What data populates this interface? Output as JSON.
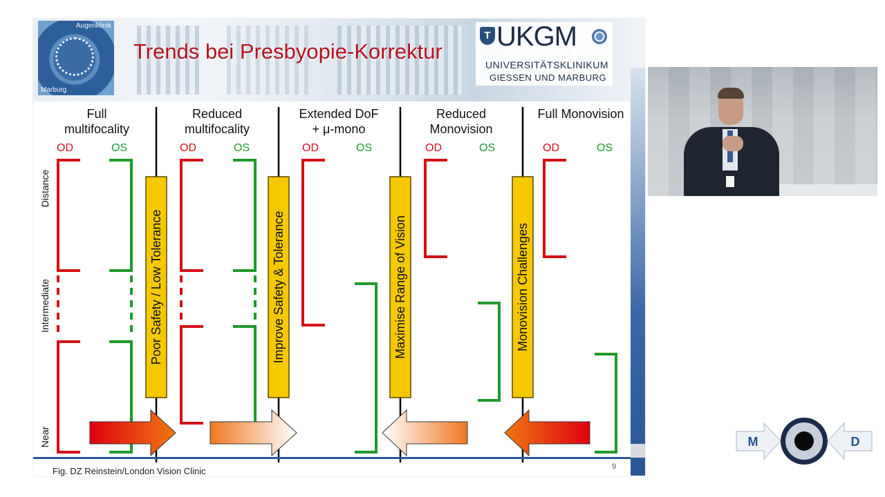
{
  "slide": {
    "title": "Trends bei Presbyopie-Korrektur",
    "logo_left_top": "Augenklinik",
    "logo_left_bottom": "Marburg",
    "logo_right_mark": "T",
    "logo_right_name": "UKGM",
    "logo_right_sub1": "UNIVERSITÄTSKLINIKUM",
    "logo_right_sub2": "GIESSEN UND MARBURG",
    "footer": "Fig. DZ Reinstein/London Vision Clinic",
    "page_number": "9"
  },
  "columns": [
    {
      "line1": "Full",
      "line2": "multifocality"
    },
    {
      "line1": "Reduced",
      "line2": "multifocality"
    },
    {
      "line1": "Extended DoF",
      "line2": "+ μ-mono"
    },
    {
      "line1": "Reduced",
      "line2": "Monovision"
    },
    {
      "line1": "Full Monovision",
      "line2": ""
    }
  ],
  "eyes": {
    "od": "OD",
    "os": "OS"
  },
  "axis": {
    "distance": "Distance",
    "intermediate": "Intermediate",
    "near": "Near"
  },
  "dividers": [
    {
      "label": "Poor Safety / Low Tolerance"
    },
    {
      "label": "Improve Safety & Tolerance"
    },
    {
      "label": "Maximise Range of Vision"
    },
    {
      "label": "Monovision Challenges"
    }
  ],
  "logo_md": {
    "left": "M",
    "right": "D"
  },
  "colors": {
    "od": "#d41016",
    "os": "#1e9a2a",
    "title": "#b3121f",
    "divider_box": "#f6c800",
    "accent_blue": "#2c5696"
  }
}
